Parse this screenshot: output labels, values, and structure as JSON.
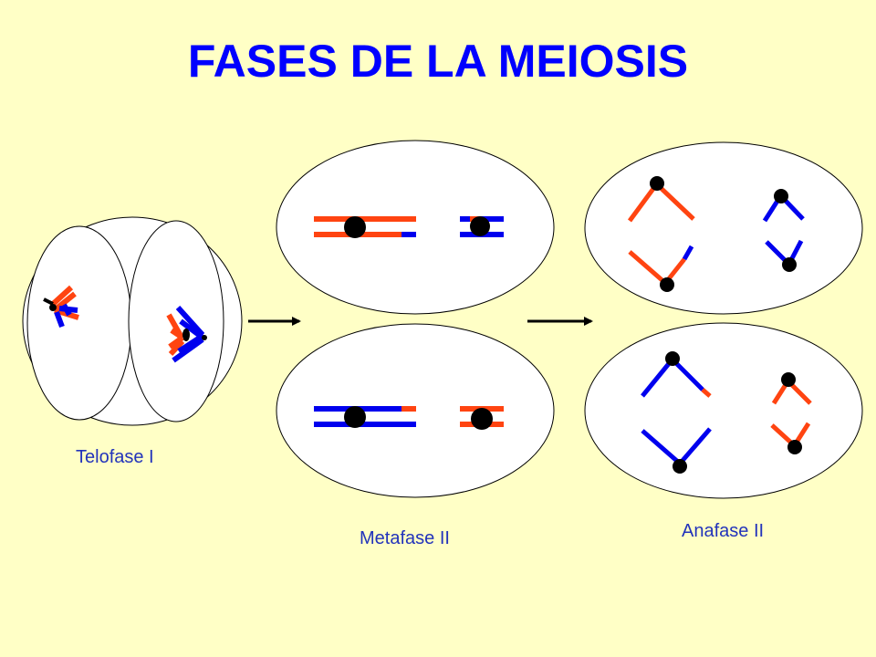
{
  "title": "FASES DE LA MEIOSIS",
  "labels": {
    "telofase1": "Telofase I",
    "metafase2": "Metafase II",
    "anafase2": "Anafase II"
  },
  "colors": {
    "background": "#FFFFC6",
    "title": "#0000FF",
    "chromatid_red": "#FF4411",
    "chromatid_blue": "#0000EE",
    "centromere": "#000000",
    "cell_fill": "#FFFFFF",
    "label": "#2233BB"
  }
}
